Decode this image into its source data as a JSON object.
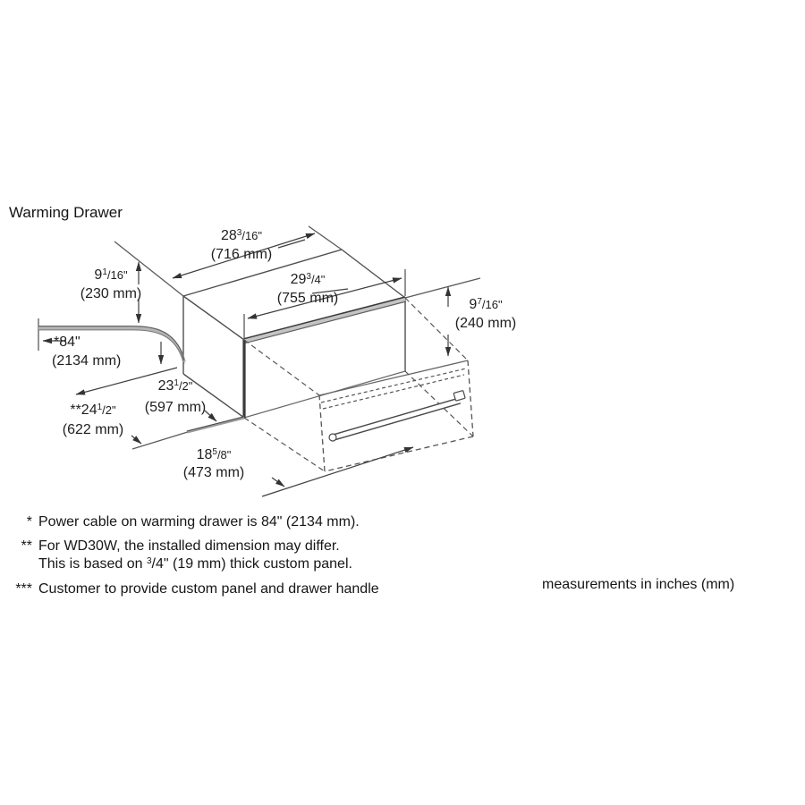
{
  "title": "Warming Drawer",
  "units_note": "measurements in inches (mm)",
  "colors": {
    "ink": "#1b1b1b",
    "line": "#555555",
    "highlight_edge": "#c4c4c4"
  },
  "drawing": {
    "description": "isometric warming drawer cabinet with exploded dashed custom front panel, drawer handle bar and power cable",
    "icons": [
      "dimension-arrow-icon"
    ]
  },
  "dims": {
    "depth_top": {
      "pre": "28",
      "sup": "3",
      "post": "/16\"",
      "mm": "(716 mm)"
    },
    "width_front": {
      "pre": "29",
      "sup": "3",
      "post": "/4\"",
      "mm": "(755 mm)"
    },
    "height_left": {
      "pre": "9",
      "sup": "1",
      "post": "/16\"",
      "mm": "(230 mm)"
    },
    "height_right": {
      "pre": "9",
      "sup": "7",
      "post": "/16\"",
      "mm": "(240 mm)"
    },
    "cable_length": {
      "pre": "*84\"",
      "sup": "",
      "post": "",
      "mm": "(2134 mm)"
    },
    "depth_bottom": {
      "pre": "23",
      "sup": "1",
      "post": "/2\"",
      "mm": "(597 mm)"
    },
    "installed_depth": {
      "pre": "**24",
      "sup": "1",
      "post": "/2\"",
      "mm": "(622 mm)"
    },
    "handle_width": {
      "pre": "18",
      "sup": "5",
      "post": "/8\"",
      "mm": "(473 mm)"
    }
  },
  "footnotes": [
    {
      "marker": "*",
      "pre": "Power cable on warming drawer is 84\" (2134 mm).",
      "sup": "",
      "post": ""
    },
    {
      "marker": "**",
      "pre": "For WD30W, the installed dimension may differ.",
      "sup": "",
      "post": ""
    },
    {
      "marker": "",
      "pre": "This is based on ",
      "sup": "3",
      "post": "/4\" (19 mm) thick custom panel."
    },
    {
      "marker": "***",
      "pre": "Customer to provide custom panel and drawer handle",
      "sup": "",
      "post": ""
    }
  ]
}
